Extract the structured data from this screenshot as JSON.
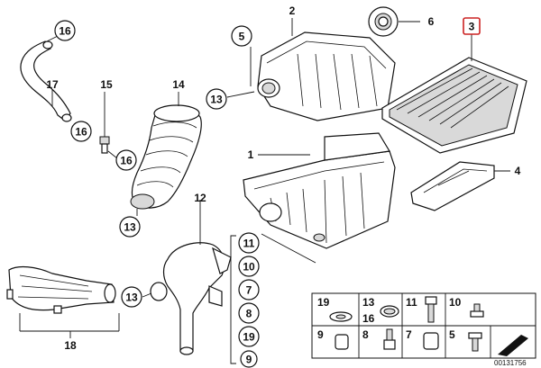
{
  "callouts": {
    "c16a": "16",
    "c17": "17",
    "c16b": "16",
    "c15": "15",
    "c16c": "16",
    "c14": "14",
    "c13a": "13",
    "c2": "2",
    "c5": "5",
    "c13b": "13",
    "c6": "6",
    "c3": "3",
    "c1": "1",
    "c4": "4",
    "c12": "12",
    "c11": "11",
    "c10": "10",
    "c7": "7",
    "c8": "8",
    "c19": "19",
    "c9": "9",
    "c13c": "13",
    "c18": "18"
  },
  "legend": {
    "cells": [
      "19",
      "13",
      "16",
      "11",
      "10",
      "9",
      "8",
      "7",
      "5"
    ]
  },
  "doc_number": "00131756",
  "colors": {
    "highlight": "#cc2222",
    "ink": "#111111"
  }
}
